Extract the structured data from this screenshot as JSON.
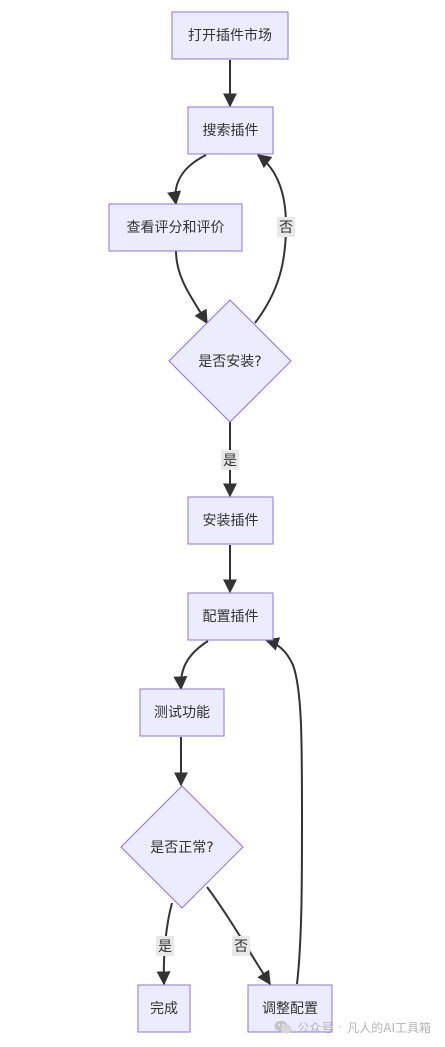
{
  "nodes": {
    "open_market": "打开插件市场",
    "search": "搜索插件",
    "review": "查看评分和评价",
    "install_q": "是否安装?",
    "install": "安装插件",
    "configure": "配置插件",
    "test": "测试功能",
    "normal_q": "是否正常?",
    "done": "完成",
    "adjust": "调整配置"
  },
  "edge_labels": {
    "install_no": "否",
    "install_yes": "是",
    "normal_yes": "是",
    "normal_no": "否"
  },
  "watermark": {
    "icon": "wechat-icon",
    "account_type": "公众号",
    "separator": "·",
    "account_name": "凡人的AI工具箱"
  },
  "colors": {
    "node_fill": "#ECECFF",
    "node_stroke": "#9370DB",
    "edge": "#333333",
    "label_bg": "#e8e8e8"
  }
}
